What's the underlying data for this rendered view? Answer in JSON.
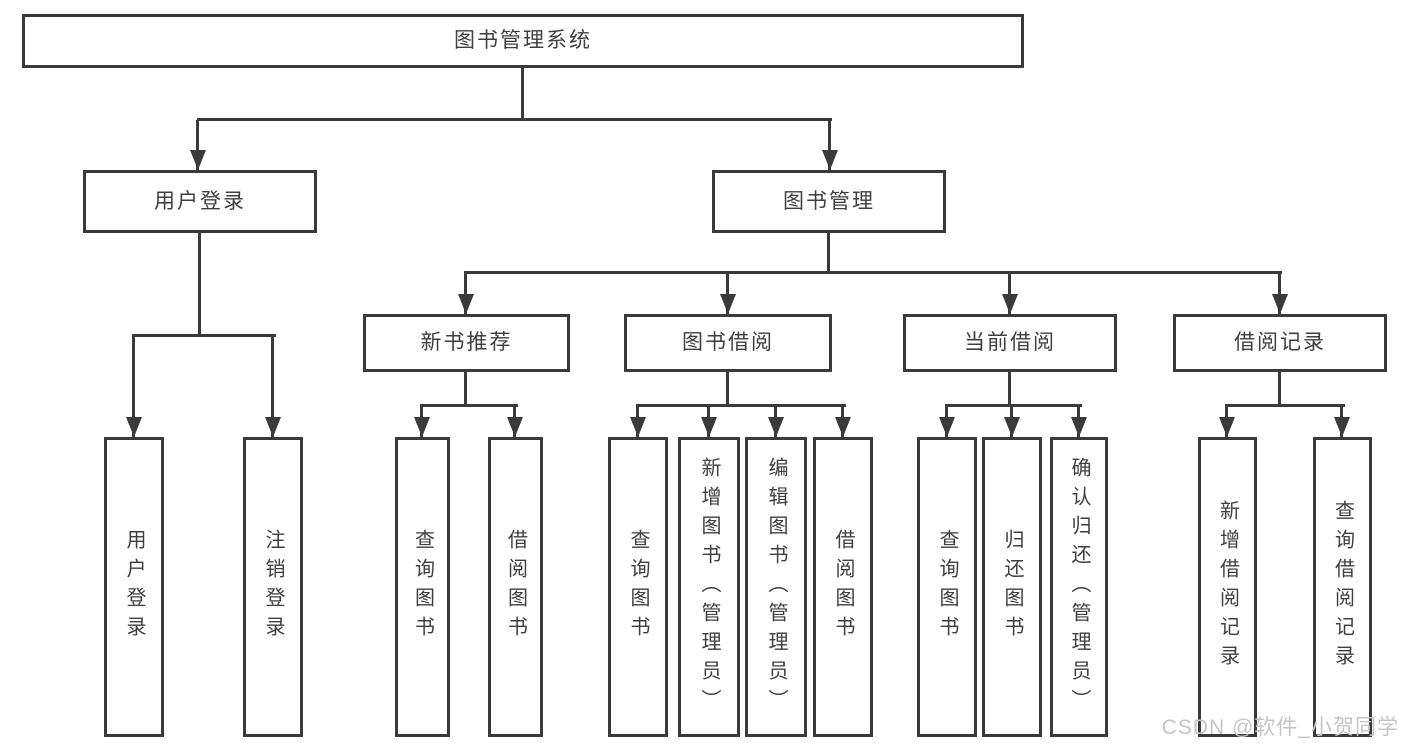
{
  "colors": {
    "line": "#3a3a3a",
    "text": "#3f3f3f",
    "box-bg": "#ffffff",
    "watermark": "#c5c5c5"
  },
  "watermark": "CSDN @软件_小贺同学",
  "tree": {
    "label": "图书管理系统",
    "children": [
      {
        "label": "用户登录",
        "children": [
          {
            "label": "用户登录"
          },
          {
            "label": "注销登录"
          }
        ]
      },
      {
        "label": "图书管理",
        "children": [
          {
            "label": "新书推荐",
            "children": [
              {
                "label": "查询图书"
              },
              {
                "label": "借阅图书"
              }
            ]
          },
          {
            "label": "图书借阅",
            "children": [
              {
                "label": "查询图书"
              },
              {
                "label": "新增图书（管理员）"
              },
              {
                "label": "编辑图书（管理员）"
              },
              {
                "label": "借阅图书"
              }
            ]
          },
          {
            "label": "当前借阅",
            "children": [
              {
                "label": "查询图书"
              },
              {
                "label": "归还图书"
              },
              {
                "label": "确认归还（管理员）"
              }
            ]
          },
          {
            "label": "借阅记录",
            "children": [
              {
                "label": "新增借阅记录"
              },
              {
                "label": "查询借阅记录"
              }
            ]
          }
        ]
      }
    ]
  }
}
